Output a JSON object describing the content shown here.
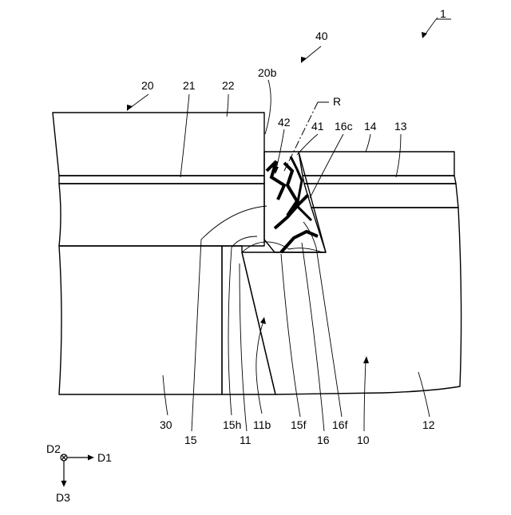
{
  "figure": {
    "ref_1": "1",
    "ref_40": "40",
    "ref_20": "20",
    "ref_21": "21",
    "ref_22": "22",
    "ref_20b": "20b",
    "ref_R": "R",
    "ref_42": "42",
    "ref_41": "41",
    "ref_16c": "16c",
    "ref_14": "14",
    "ref_13": "13",
    "ref_30": "30",
    "ref_15": "15",
    "ref_15h": "15h",
    "ref_11": "11",
    "ref_11b": "11b",
    "ref_15f": "15f",
    "ref_16": "16",
    "ref_16f": "16f",
    "ref_10": "10",
    "ref_12": "12"
  },
  "axes": {
    "d1": "D1",
    "d2": "D2",
    "d3": "D3"
  }
}
